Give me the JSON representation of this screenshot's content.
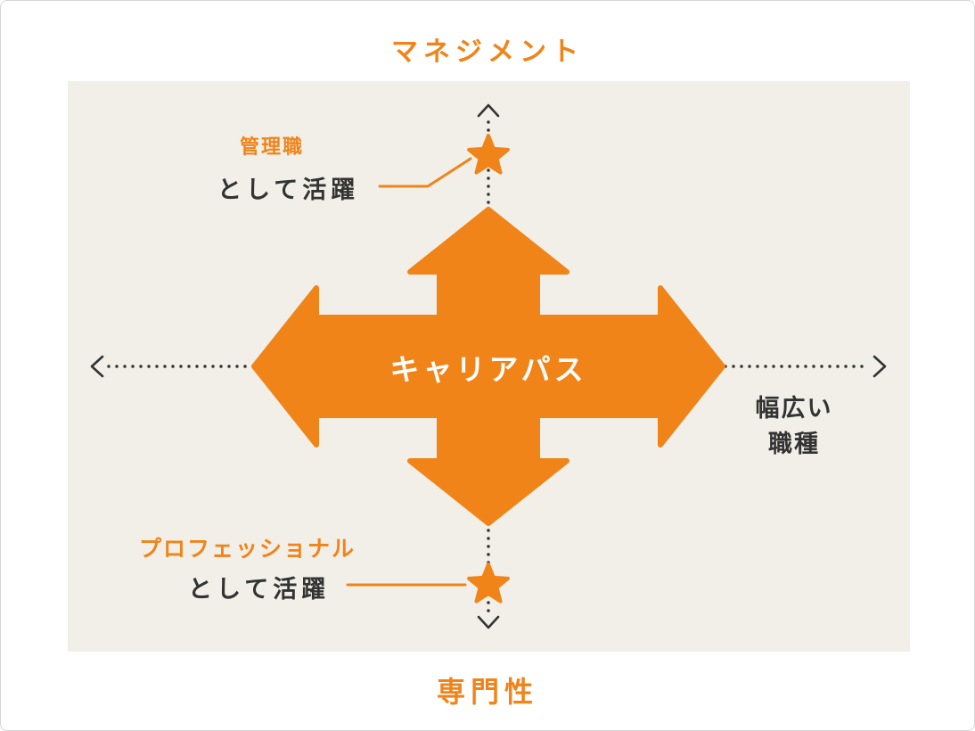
{
  "diagram": {
    "axis_top_label": "マネジメント",
    "axis_bottom_label": "専門性",
    "center_label": "キャリアパス",
    "top_note": {
      "emphasis": "管理職",
      "text": "として活躍"
    },
    "bottom_note": {
      "emphasis": "プロフェッショナル",
      "text": "として活躍"
    },
    "right_note": {
      "line1": "幅広い",
      "line2": "職種"
    },
    "colors": {
      "accent": "#F08419",
      "panel": "#F1EFE8",
      "ink": "#333333",
      "white": "#FFFFFF"
    }
  }
}
